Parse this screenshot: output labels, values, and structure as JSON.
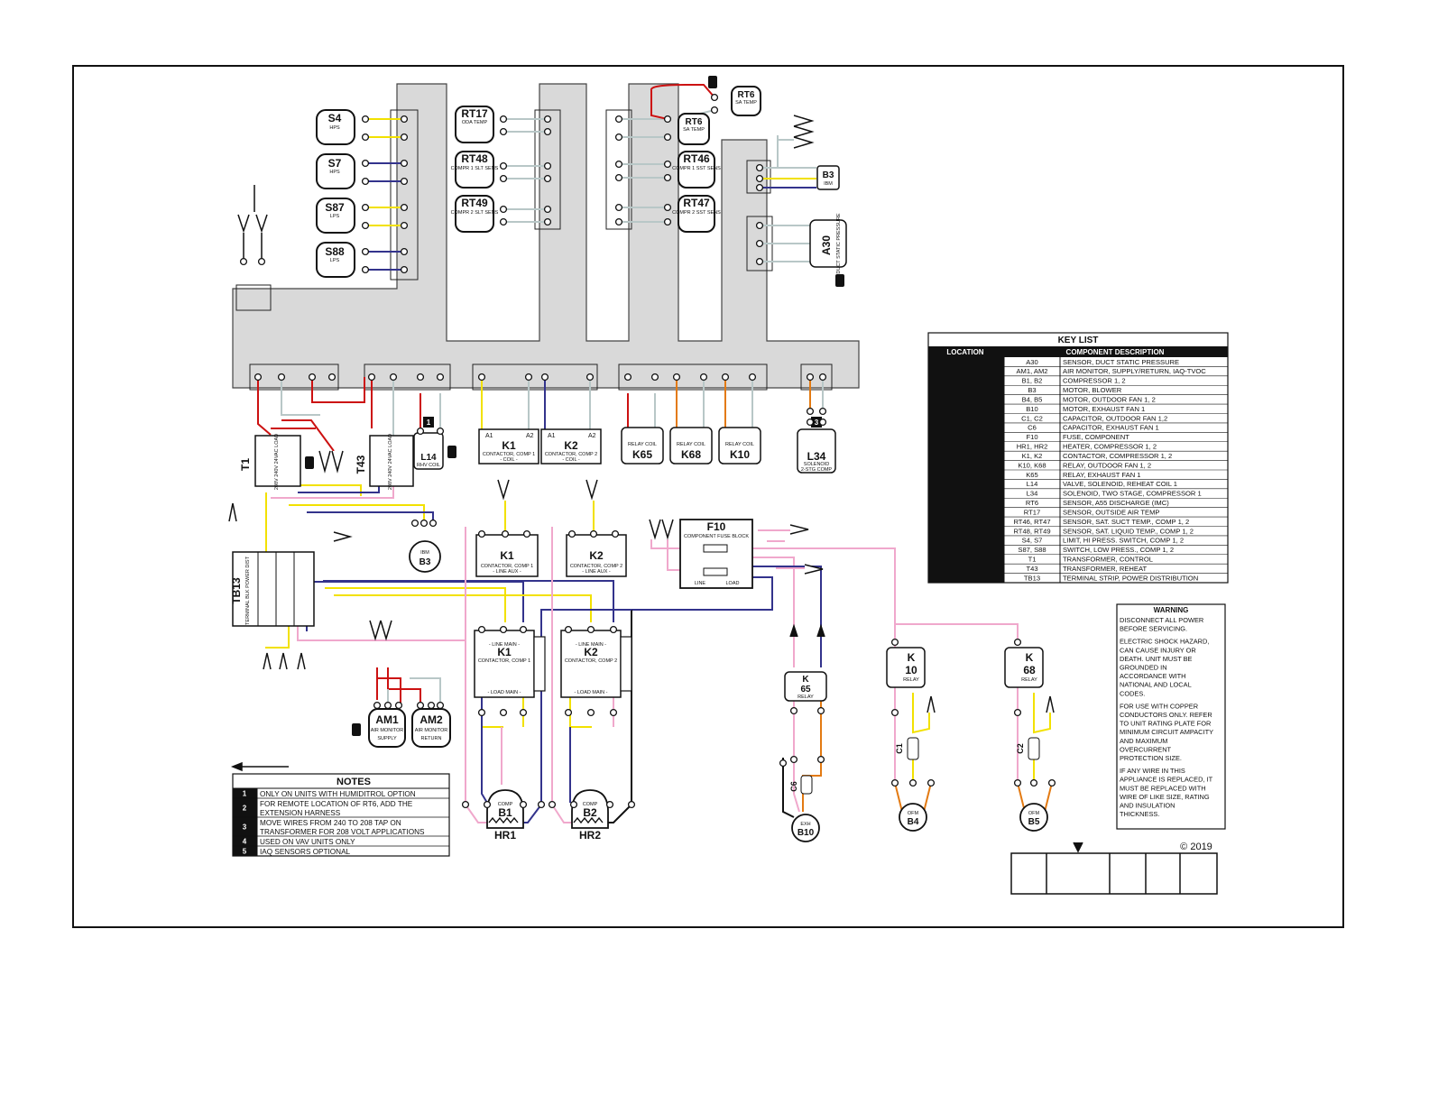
{
  "components": {
    "S4": {
      "label": "S4",
      "sub": "HPS"
    },
    "S7": {
      "label": "S7",
      "sub": "HPS"
    },
    "S87": {
      "label": "S87",
      "sub": "LPS"
    },
    "S88": {
      "label": "S88",
      "sub": "LPS"
    },
    "RT17": {
      "label": "RT17",
      "sub": "ODA TEMP"
    },
    "RT48": {
      "label": "RT48",
      "sub": "COMPR 1 SLT SENS"
    },
    "RT49": {
      "label": "RT49",
      "sub": "COMPR 2 SLT SENS"
    },
    "RT6a": {
      "label": "RT6",
      "sub": "SA TEMP"
    },
    "RT6b": {
      "label": "RT6",
      "sub": "SA TEMP"
    },
    "RT46": {
      "label": "RT46",
      "sub": "COMPR 1 SST SENS"
    },
    "RT47": {
      "label": "RT47",
      "sub": "COMPR 2 SST SENS"
    },
    "B3top": {
      "label": "B3",
      "sub": "IBM"
    },
    "A30": {
      "label": "A30",
      "sub": "DUCT STATIC PRESSURE"
    },
    "T1": {
      "label": "T1",
      "taps": "208V 240V 24VAC LOAD"
    },
    "T43": {
      "label": "T43",
      "taps": "208V 240V 24VAC LOAD"
    },
    "L14": {
      "label": "L14",
      "sub": "RHV COIL"
    },
    "K1coil": {
      "label": "K1",
      "sub": "CONTACTOR, COMP 1",
      "sub2": "- COIL -",
      "a1": "A1",
      "a2": "A2"
    },
    "K2coil": {
      "label": "K2",
      "sub": "CONTACTOR, COMP 2",
      "sub2": "- COIL -",
      "a1": "A1",
      "a2": "A2"
    },
    "K65": {
      "label": "K65",
      "sub": "RELAY COIL"
    },
    "K68": {
      "label": "K68",
      "sub": "RELAY COIL"
    },
    "K10": {
      "label": "K10",
      "sub": "RELAY COIL"
    },
    "L34": {
      "label": "L34",
      "sub": "SOLENOID",
      "sub2": "2-STG COMP"
    },
    "TB13": {
      "label": "TB13",
      "sub": "TERMINAL BLK POWER DIST"
    },
    "B3mid": {
      "label": "B3",
      "sub": "IBM"
    },
    "K1aux": {
      "label": "K1",
      "sub": "CONTACTOR, COMP 1",
      "sub2": "- LINE AUX -"
    },
    "K2aux": {
      "label": "K2",
      "sub": "CONTACTOR, COMP 2",
      "sub2": "- LINE AUX -"
    },
    "F10": {
      "label": "F10",
      "sub": "COMPONENT FUSE BLOCK",
      "line": "LINE",
      "load": "LOAD"
    },
    "K1main": {
      "label": "K1",
      "sub": "CONTACTOR, COMP 1",
      "top": "- LINE MAIN -",
      "bottom": "- LOAD MAIN -"
    },
    "K2main": {
      "label": "K2",
      "sub": "CONTACTOR, COMP 2",
      "top": "- LINE MAIN -",
      "bottom": "- LOAD MAIN -"
    },
    "AM1": {
      "label": "AM1",
      "sub": "AIR MONITOR",
      "sub2": "SUPPLY"
    },
    "AM2": {
      "label": "AM2",
      "sub": "AIR MONITOR",
      "sub2": "RETURN"
    },
    "K65relay": {
      "label": "K",
      "num": "65",
      "sub": "RELAY"
    },
    "K10relay": {
      "label": "K",
      "num": "10",
      "sub": "RELAY"
    },
    "K68relay": {
      "label": "K",
      "num": "68",
      "sub": "RELAY"
    },
    "B1": {
      "label": "B1",
      "sub": "COMP",
      "heater": "HR1"
    },
    "B2": {
      "label": "B2",
      "sub": "COMP",
      "heater": "HR2"
    },
    "B10": {
      "label": "B10",
      "sub": "EXH",
      "cap": "C6"
    },
    "B4": {
      "label": "B4",
      "sub": "OFM",
      "cap": "C1"
    },
    "B5": {
      "label": "B5",
      "sub": "OFM",
      "cap": "C2"
    }
  },
  "key_list": {
    "title": "KEY LIST",
    "col_location": "LOCATION",
    "col_description": "COMPONENT DESCRIPTION",
    "rows": [
      {
        "code": "A30",
        "desc": "SENSOR, DUCT STATIC PRESSURE"
      },
      {
        "code": "AM1, AM2",
        "desc": "AIR MONITOR, SUPPLY/RETURN, IAQ-TVOC"
      },
      {
        "code": "B1, B2",
        "desc": "COMPRESSOR 1, 2"
      },
      {
        "code": "B3",
        "desc": "MOTOR, BLOWER"
      },
      {
        "code": "B4, B5",
        "desc": "MOTOR, OUTDOOR FAN 1, 2"
      },
      {
        "code": "B10",
        "desc": "MOTOR, EXHAUST FAN 1"
      },
      {
        "code": "C1, C2",
        "desc": "CAPACITOR, OUTDOOR FAN 1,2"
      },
      {
        "code": "C6",
        "desc": "CAPACITOR, EXHAUST FAN 1"
      },
      {
        "code": "F10",
        "desc": "FUSE, COMPONENT"
      },
      {
        "code": "HR1, HR2",
        "desc": "HEATER, COMPRESSOR 1, 2"
      },
      {
        "code": "K1, K2",
        "desc": "CONTACTOR, COMPRESSOR 1, 2"
      },
      {
        "code": "K10, K68",
        "desc": "RELAY, OUTDOOR FAN 1, 2"
      },
      {
        "code": "K65",
        "desc": "RELAY, EXHAUST FAN 1"
      },
      {
        "code": "L14",
        "desc": "VALVE, SOLENOID, REHEAT COIL 1"
      },
      {
        "code": "L34",
        "desc": "SOLENOID, TWO STAGE, COMPRESSOR 1"
      },
      {
        "code": "RT6",
        "desc": "SENSOR, A55 DISCHARGE (IMC)"
      },
      {
        "code": "RT17",
        "desc": "SENSOR, OUTSIDE AIR TEMP"
      },
      {
        "code": "RT46, RT47",
        "desc": "SENSOR, SAT. SUCT TEMP., COMP 1, 2"
      },
      {
        "code": "RT48, RT49",
        "desc": "SENSOR, SAT. LIQUID TEMP., COMP 1, 2"
      },
      {
        "code": "S4, S7",
        "desc": "LIMIT, HI PRESS. SWITCH, COMP 1, 2"
      },
      {
        "code": "S87, S88",
        "desc": "SWITCH, LOW PRESS., COMP 1, 2"
      },
      {
        "code": "T1",
        "desc": "TRANSFORMER, CONTROL"
      },
      {
        "code": "T43",
        "desc": "TRANSFORMER, REHEAT"
      },
      {
        "code": "TB13",
        "desc": "TERMINAL STRIP, POWER DISTRIBUTION"
      }
    ]
  },
  "notes": {
    "title": "NOTES",
    "items": [
      {
        "num": "1",
        "lines": [
          "ONLY ON UNITS WITH HUMIDITROL OPTION"
        ]
      },
      {
        "num": "2",
        "lines": [
          "FOR REMOTE LOCATION OF RT6, ADD THE",
          "EXTENSION HARNESS"
        ]
      },
      {
        "num": "3",
        "lines": [
          "MOVE WIRES FROM 240 TO 208 TAP ON",
          "TRANSFORMER FOR 208 VOLT APPLICATIONS"
        ]
      },
      {
        "num": "4",
        "lines": [
          "USED ON VAV UNITS ONLY"
        ]
      },
      {
        "num": "5",
        "lines": [
          "IAQ SENSORS OPTIONAL"
        ]
      }
    ]
  },
  "warning": {
    "title": "WARNING",
    "lines": [
      "DISCONNECT ALL POWER",
      "BEFORE SERVICING.",
      "",
      "ELECTRIC SHOCK HAZARD,",
      "CAN CAUSE INJURY OR",
      "DEATH. UNIT MUST BE",
      "GROUNDED IN",
      "ACCORDANCE WITH",
      "NATIONAL AND LOCAL",
      "CODES.",
      "",
      "FOR USE WITH COPPER",
      "CONDUCTORS ONLY. REFER",
      "TO UNIT RATING PLATE FOR",
      "MINIMUM CIRCUIT AMPACITY",
      "AND MAXIMUM",
      "OVERCURRENT",
      "PROTECTION SIZE.",
      "",
      "IF ANY WIRE IN THIS",
      "APPLIANCE IS REPLACED, IT",
      "MUST BE REPLACED WITH",
      "WIRE OF LIKE SIZE, RATING",
      "AND INSULATION",
      "THICKNESS."
    ]
  },
  "copyright": "© 2019",
  "note_markers": {
    "one": "1",
    "three": "3",
    "five": "5"
  },
  "colors": {
    "frame": "#111111",
    "panel": "#d9d9d9",
    "panel_stroke": "#444444",
    "yellow": "#f2e100",
    "blue": "#33338c",
    "red": "#cc1111",
    "pink": "#f0a8cc",
    "grey_wire": "#b8c7c7",
    "orange": "#e37a12",
    "black": "#111111"
  }
}
